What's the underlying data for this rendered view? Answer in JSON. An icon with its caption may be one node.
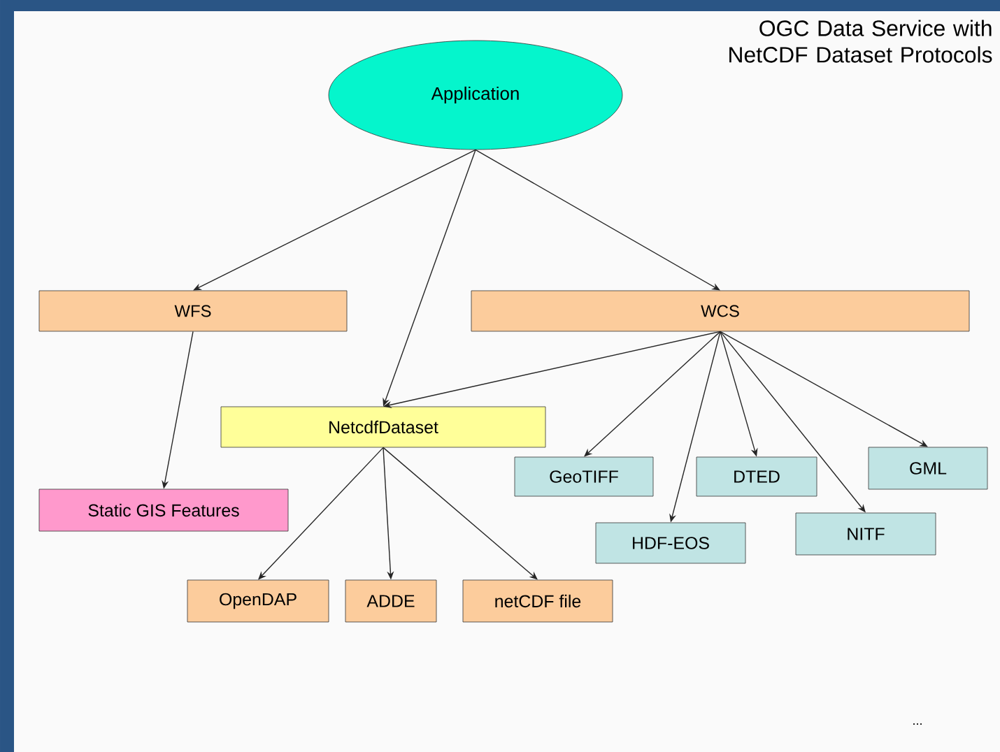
{
  "diagram": {
    "title": "OGC Data Service with NetCDF Dataset Protocols",
    "nodes": [
      {
        "text": [
          "Application"
        ]
      },
      {
        "text": [
          "WFS"
        ]
      },
      {
        "text": [
          "WCS"
        ]
      },
      {
        "text": [
          "NetcdfDataset"
        ]
      },
      {
        "text": [
          "GeoTIFF"
        ]
      },
      {
        "text": [
          "DTED"
        ]
      },
      {
        "text": [
          "GML"
        ]
      },
      {
        "text": [
          "Static GIS Features"
        ]
      },
      {
        "text": [
          "HDF-EOS"
        ]
      },
      {
        "text": [
          "NITF"
        ]
      },
      {
        "text": [
          "OpenDAP"
        ]
      },
      {
        "text": [
          "ADDE"
        ]
      },
      {
        "text": [
          "netCDF file"
        ]
      }
    ],
    "edges": [
      {
        "from": 0,
        "to": 1,
        "arrow": "to"
      },
      {
        "from": 0,
        "to": 2,
        "arrow": "to"
      },
      {
        "from": 0,
        "to": 3,
        "arrow": "to"
      },
      {
        "from": 1,
        "to": 7,
        "arrow": "to"
      },
      {
        "from": 2,
        "to": 3,
        "arrow": "to"
      },
      {
        "from": 2,
        "to": 4,
        "arrow": "to"
      },
      {
        "from": 2,
        "to": 8,
        "arrow": "to"
      },
      {
        "from": 2,
        "to": 5,
        "arrow": "to"
      },
      {
        "from": 2,
        "to": 9,
        "arrow": "to"
      },
      {
        "from": 2,
        "to": 6,
        "arrow": "to"
      },
      {
        "from": 3,
        "to": 10,
        "arrow": "to"
      },
      {
        "from": 3,
        "to": 11,
        "arrow": "to"
      },
      {
        "from": 3,
        "to": 12,
        "arrow": "to"
      }
    ],
    "labels": [
      "..."
    ]
  }
}
